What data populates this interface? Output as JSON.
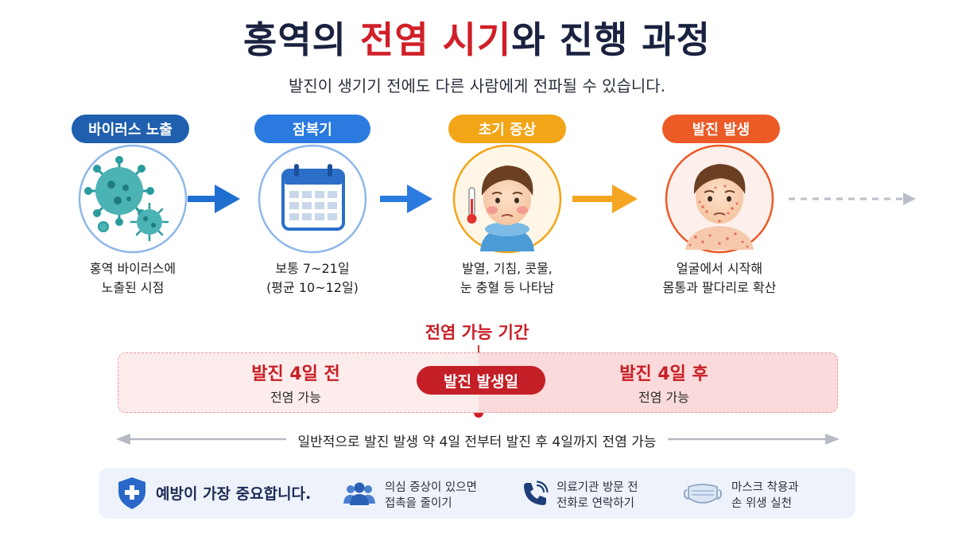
{
  "header": {
    "title_part1": "홍역의 ",
    "title_highlight": "전염 시기",
    "title_part2": "와 진행 과정",
    "subtitle": "발진이 생기기 전에도 다른 사람에게 전파될 수 있습니다."
  },
  "stages": [
    {
      "label": "바이러스 노출",
      "desc_line1": "홍역 바이러스에",
      "desc_line2": "노출된 시점",
      "color": "#1f5fae",
      "icon": "virus-icon"
    },
    {
      "label": "잠복기",
      "desc_line1": "보통 7~21일",
      "desc_line2": "(평균 10~12일)",
      "color": "#2b7ae0",
      "icon": "calendar-icon"
    },
    {
      "label": "초기 증상",
      "desc_line1": "발열, 기침, 콧물,",
      "desc_line2": "눈 충혈 등 나타남",
      "color": "#f2a516",
      "icon": "sick-child-icon"
    },
    {
      "label": "발진 발생",
      "desc_line1": "얼굴에서 시작해",
      "desc_line2": "몸통과 팔다리로 확산",
      "color": "#ec5a26",
      "icon": "rash-child-icon"
    }
  ],
  "contagious": {
    "title": "전염 가능 기간",
    "before_big": "발진 4일 전",
    "before_small": "전염 가능",
    "center_badge": "발진 발생일",
    "after_big": "발진 4일 후",
    "after_small": "전염 가능",
    "summary": "일반적으로 발진 발생 약 4일 전부터 발진 후 4일까지 전염 가능"
  },
  "prevention": {
    "title": "예방이 가장 중요합니다.",
    "tips": [
      {
        "line1": "의심 증상이 있으면",
        "line2": "접촉을 줄이기",
        "icon": "people-icon"
      },
      {
        "line1": "의료기관 방문 전",
        "line2": "전화로 연락하기",
        "icon": "phone-icon"
      },
      {
        "line1": "마스크 착용과",
        "line2": "손 위생 실천",
        "icon": "mask-icon"
      }
    ]
  },
  "colors": {
    "title_dark": "#1a2240",
    "accent_red": "#d01f28",
    "blue_dark": "#1f5fae",
    "blue": "#2b7ae0",
    "orange": "#f2a516",
    "orange_red": "#ec5a26"
  }
}
